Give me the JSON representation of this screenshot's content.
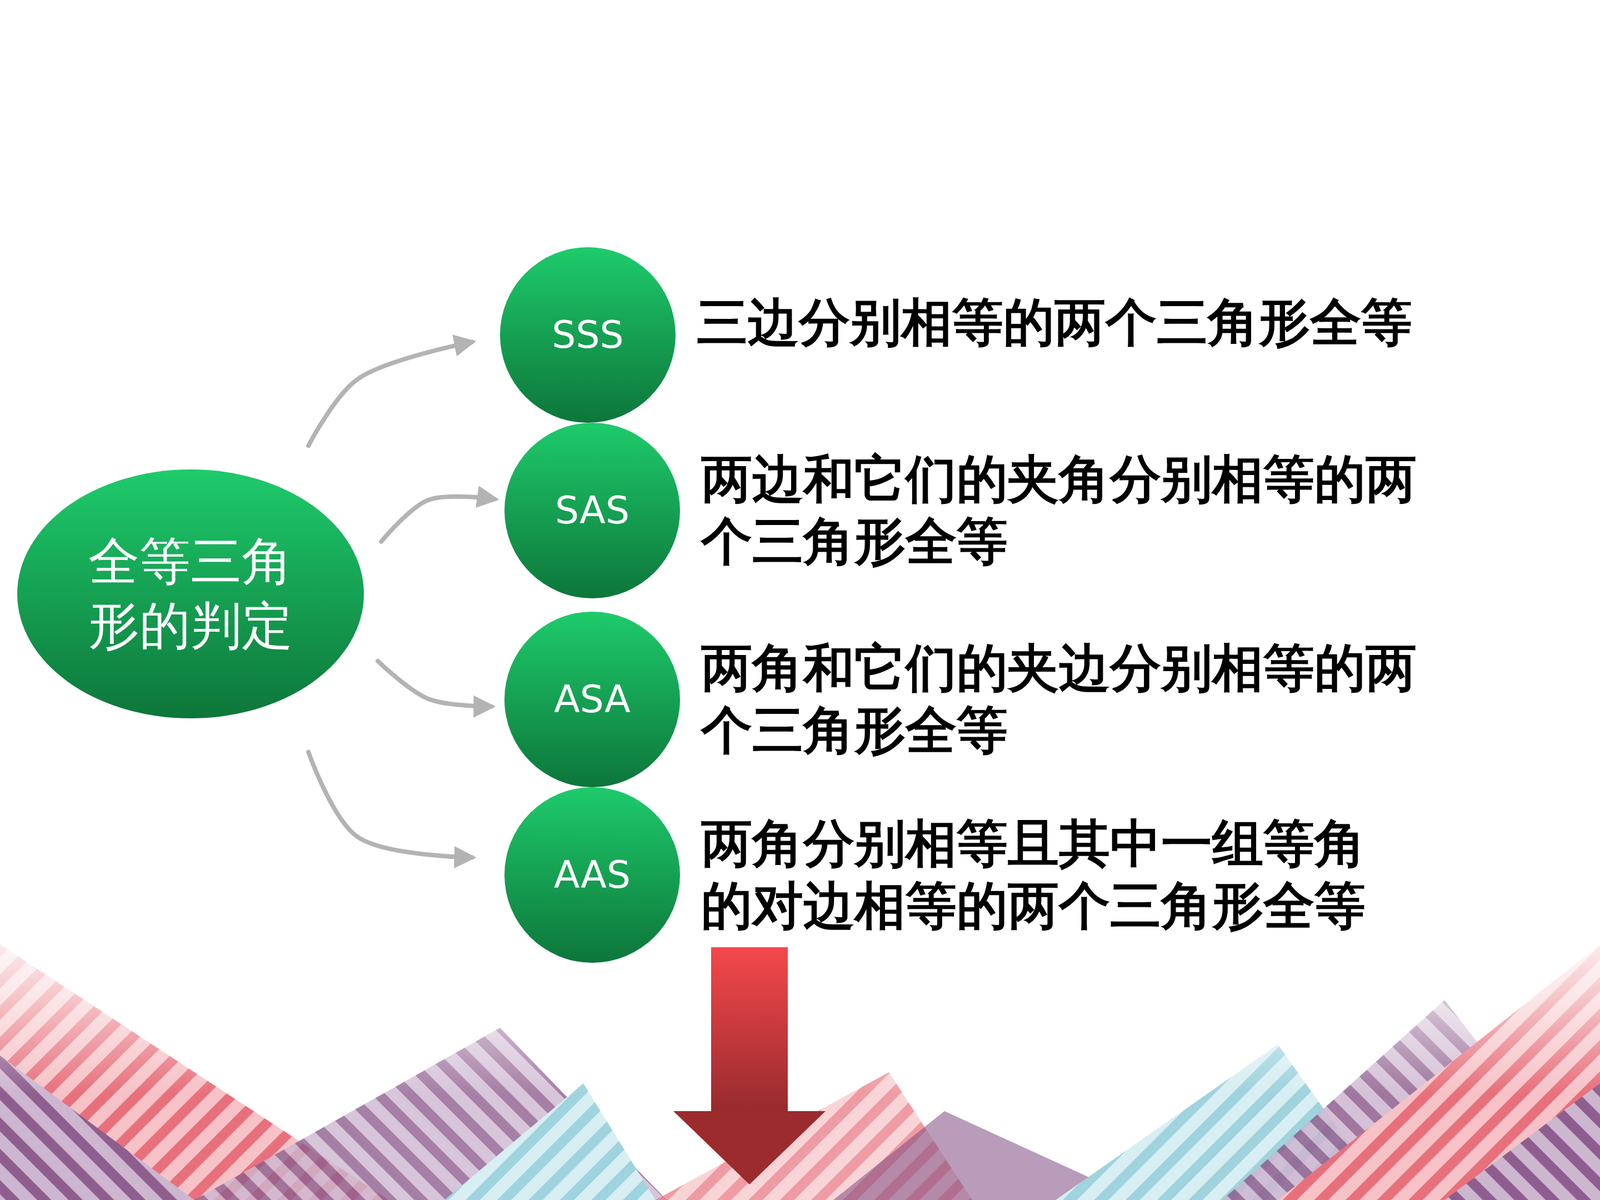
{
  "diagram": {
    "nodes": [
      {
        "text": [
          "全等三角 形的判定"
        ]
      },
      {
        "text": [
          "SSS",
          "三边分别相等的两个三角形全等"
        ]
      },
      {
        "text": [
          "SAS",
          "两边和它们的夹角分别相等的两 个三角形全等"
        ]
      },
      {
        "text": [
          "ASA",
          "两角和它们的夹边分别相等的两 个三角形全等"
        ]
      },
      {
        "text": [
          "AAS",
          "两角分别相等且其中一组等角 的对边相等的两个三角形全等"
        ]
      }
    ],
    "edges": [
      {
        "from": 0,
        "to": 1,
        "arrow": "to"
      },
      {
        "from": 0,
        "to": 2,
        "arrow": "to"
      },
      {
        "from": 0,
        "to": 3,
        "arrow": "to"
      },
      {
        "from": 0,
        "to": 4,
        "arrow": "to"
      }
    ]
  }
}
